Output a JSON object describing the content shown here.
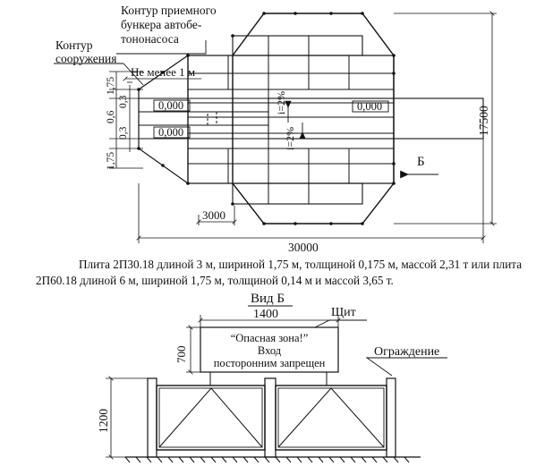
{
  "plan": {
    "label_bunker": [
      "Контур приемного",
      "бункера автобе-",
      "тононасоса"
    ],
    "label_structure": [
      "Контур",
      "сооружения"
    ],
    "label_min_distance": "Не менее 1 м",
    "level_marks": [
      "0,000",
      "0,000",
      "0,000"
    ],
    "slope_labels": [
      "i=2%",
      "i=2%"
    ],
    "view_arrow_label": "Б",
    "dims": {
      "width_total": "30000",
      "width_part": "3000",
      "height_total": "17500",
      "left_chain": [
        "1,75",
        "0,3",
        "0,6",
        "0,3",
        "1,75"
      ]
    }
  },
  "caption": {
    "line1": "Плита 2П30.18 длиной 3 м, шириной 1,75 м, толщиной 0,175 м, массой 2,31 т или плита",
    "line2": "2П60.18 длиной 6 м, шириной 1,75 м, толщиной 0,14 м и массой 3,65 т."
  },
  "view_b": {
    "title": "Вид Б",
    "shield_label": "Щит",
    "fence_label": "Ограждение",
    "sign_lines": [
      "“Опасная зона!”",
      "Вход",
      "посторонним запрещен"
    ],
    "dim_sign_width": "1400",
    "dim_sign_height": "700",
    "dim_fence_height": "1200"
  }
}
